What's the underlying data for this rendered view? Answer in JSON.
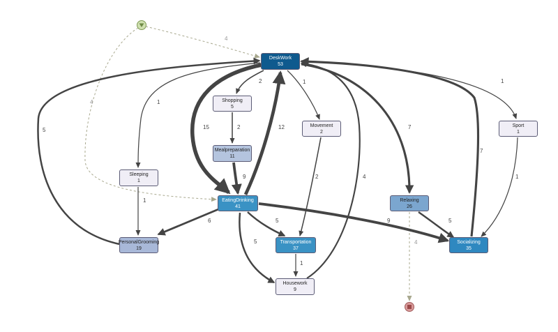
{
  "colors": {
    "edge": "#444444",
    "dashed_edge": "#a8a88e",
    "start_fill": "#cfe0b0",
    "start_stroke": "#7f9a55",
    "end_fill": "#d99a9a",
    "end_stroke": "#a05b5b"
  },
  "start_icon": "play-down-triangle-icon",
  "end_icon": "stop-square-icon",
  "nodes": [
    {
      "id": "deskwork",
      "label": "DeskWork",
      "count": "53",
      "fill": "#0f5a8e",
      "text": "#ffffff"
    },
    {
      "id": "shopping",
      "label": "Shopping",
      "count": "5",
      "fill": "#f0eef6",
      "text": "#222222"
    },
    {
      "id": "movement",
      "label": "Movement",
      "count": "2",
      "fill": "#f0eef6",
      "text": "#222222"
    },
    {
      "id": "sport",
      "label": "Sport",
      "count": "1",
      "fill": "#f0eef6",
      "text": "#222222"
    },
    {
      "id": "mealpreparation",
      "label": "Mealpreparation",
      "count": "11",
      "fill": "#b4c4de",
      "text": "#222222"
    },
    {
      "id": "sleeping",
      "label": "Sleeping",
      "count": "1",
      "fill": "#f0eef6",
      "text": "#222222"
    },
    {
      "id": "eatingdrinking",
      "label": "EatingDrinking",
      "count": "41",
      "fill": "#3a92c4",
      "text": "#ffffff"
    },
    {
      "id": "relaxing",
      "label": "Relaxing",
      "count": "26",
      "fill": "#7ba6cf",
      "text": "#222222"
    },
    {
      "id": "personalgrooming",
      "label": "PersonalGrooming",
      "count": "19",
      "fill": "#a8b8d8",
      "text": "#222222"
    },
    {
      "id": "transportation",
      "label": "Transportation",
      "count": "37",
      "fill": "#3a92c4",
      "text": "#ffffff"
    },
    {
      "id": "socializing",
      "label": "Socializing",
      "count": "35",
      "fill": "#2f88c0",
      "text": "#ffffff"
    },
    {
      "id": "housework",
      "label": "Housework",
      "count": "9",
      "fill": "#f0eef6",
      "text": "#222222"
    }
  ],
  "edges": [
    {
      "id": "start-deskwork",
      "from": "start",
      "to": "deskwork",
      "label": "4",
      "dashed": true
    },
    {
      "id": "start-eatingdrinking",
      "from": "start",
      "to": "eatingdrinking",
      "label": "4",
      "dashed": true
    },
    {
      "id": "relaxing-end",
      "from": "relaxing",
      "to": "end",
      "label": "4",
      "dashed": true
    },
    {
      "id": "deskwork-shopping",
      "from": "deskwork",
      "to": "shopping",
      "label": "2",
      "weight": 2
    },
    {
      "id": "deskwork-movement",
      "from": "deskwork",
      "to": "movement",
      "label": "1",
      "weight": 1
    },
    {
      "id": "deskwork-sport",
      "from": "deskwork",
      "to": "sport",
      "label": "1",
      "weight": 1
    },
    {
      "id": "deskwork-sleeping",
      "from": "deskwork",
      "to": "sleeping",
      "label": "1",
      "weight": 1
    },
    {
      "id": "deskwork-eatingdrinking",
      "from": "deskwork",
      "to": "eatingdrinking",
      "label": "15",
      "weight": 15
    },
    {
      "id": "deskwork-relaxing",
      "from": "deskwork",
      "to": "relaxing",
      "label": "7",
      "weight": 7
    },
    {
      "id": "shopping-mealpreparation",
      "from": "shopping",
      "to": "mealpreparation",
      "label": "2",
      "weight": 2
    },
    {
      "id": "mealpreparation-eatingdrinking",
      "from": "mealpreparation",
      "to": "eatingdrinking",
      "label": "9",
      "weight": 9
    },
    {
      "id": "eatingdrinking-deskwork",
      "from": "eatingdrinking",
      "to": "deskwork",
      "label": "12",
      "weight": 12
    },
    {
      "id": "movement-transportation",
      "from": "movement",
      "to": "transportation",
      "label": "2",
      "weight": 2
    },
    {
      "id": "sleeping-personalgrooming",
      "from": "sleeping",
      "to": "personalgrooming",
      "label": "1",
      "weight": 1
    },
    {
      "id": "eatingdrinking-personalgrooming",
      "from": "eatingdrinking",
      "to": "personalgrooming",
      "label": "6",
      "weight": 6
    },
    {
      "id": "eatingdrinking-transportation",
      "from": "eatingdrinking",
      "to": "transportation",
      "label": "5",
      "weight": 5
    },
    {
      "id": "eatingdrinking-housework",
      "from": "eatingdrinking",
      "to": "housework",
      "label": "5",
      "weight": 5
    },
    {
      "id": "eatingdrinking-socializing",
      "from": "eatingdrinking",
      "to": "socializing",
      "label": "9",
      "weight": 9
    },
    {
      "id": "transportation-housework",
      "from": "transportation",
      "to": "housework",
      "label": "1",
      "weight": 1
    },
    {
      "id": "housework-deskwork",
      "from": "housework",
      "to": "deskwork",
      "label": "4",
      "weight": 4
    },
    {
      "id": "personalgrooming-deskwork",
      "from": "personalgrooming",
      "to": "deskwork",
      "label": "5",
      "weight": 5
    },
    {
      "id": "relaxing-socializing",
      "from": "relaxing",
      "to": "socializing",
      "label": "5",
      "weight": 5
    },
    {
      "id": "socializing-deskwork",
      "from": "socializing",
      "to": "deskwork",
      "label": "7",
      "weight": 7
    },
    {
      "id": "sport-socializing",
      "from": "sport",
      "to": "socializing",
      "label": "1",
      "weight": 1
    }
  ]
}
